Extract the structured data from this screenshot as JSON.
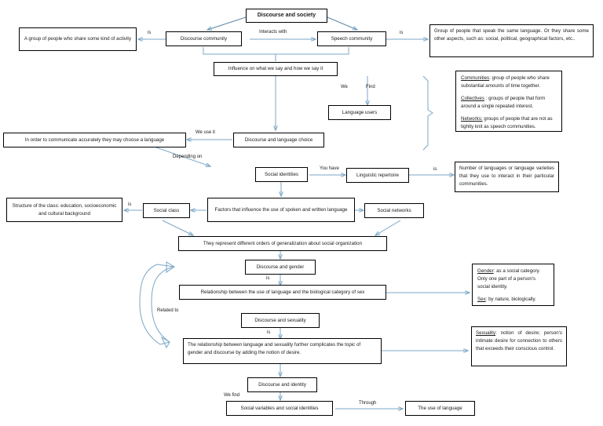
{
  "diagram": {
    "title": "Discourse and society",
    "nodes": {
      "root": "Discourse and society",
      "discourse_community": "Discourse community",
      "speech_community": "Speech community",
      "discourse_community_def": "A group of people who share some kind of activity",
      "speech_community_def": "Group of people that speak the same language. Or they share some other aspects, such as: social, political, geographical factors, etc..",
      "influence": "Influence on what we say and how we say it",
      "language_users": "Language users",
      "communities_label": "Communities",
      "communities_text": ": group of people who share substantial amounts of time together.",
      "collectives_label": "Collectives",
      "collectives_text": " : groups of people that form around a single repeated interest.",
      "networks_label": "Networks:",
      "networks_text": " groups of people that are not as tightly knit as speech communities.",
      "discourse_language_choice": "Discourse and language choice",
      "communicate_accurately": "In order to communicate accurately they may choose a language",
      "social_identities": "Social identities",
      "linguistic_repertoire": "Linguistic repertoire",
      "repertoire_def": "Number of languages or language varieties that they use to interact in their particular communities.",
      "factors": "Factors that influence the use of spoken and written language",
      "social_class": "Social class",
      "social_class_def": "Structure of the class: education, socioeconomic and cultural background",
      "social_networks": "Social networks",
      "orders_generalization": "They represent different orders of generalization about social organization",
      "discourse_gender": "Discourse and gender",
      "gender_relationship": "Relationship between the use of language and the biological category of sex",
      "gender_label": "Gender",
      "gender_text": ": as a social category. Only one part of a person's social identity.",
      "sex_label": "Sex",
      "sex_text": ": by nature, biologically.",
      "discourse_sexuality": "Discourse and sexuality",
      "sexuality_relationship": "The relationship between language and sexuality further complicates the topic of gender and discourse by adding the notion of desire.",
      "sexuality_label": "Sexuality",
      "sexuality_text": ": notion of desire; person's intimate desire for connection to others that exceeds their conscious control.",
      "discourse_identity": "Discourse and identity",
      "social_variables": "Social variables and social identities",
      "use_of_language": "The use of language"
    },
    "edge_labels": {
      "is_left": "is",
      "interacts_with": "Interacts with",
      "is_right": "is",
      "we": "We",
      "find": "Find",
      "we_use_it": "We use it",
      "depending_on": "Depending on",
      "you_have": "You have",
      "is_repertoire": "is",
      "is_social_class": "is",
      "is_gender": "is",
      "related_to": "Related to",
      "is_sexuality": "is",
      "we_find": "We find",
      "through": "Through"
    },
    "colors": {
      "connector": "#7ba7c7",
      "connector_dark": "#5b86a8",
      "box_border": "#000000",
      "text": "#1a1a1a",
      "background": "#ffffff"
    }
  }
}
